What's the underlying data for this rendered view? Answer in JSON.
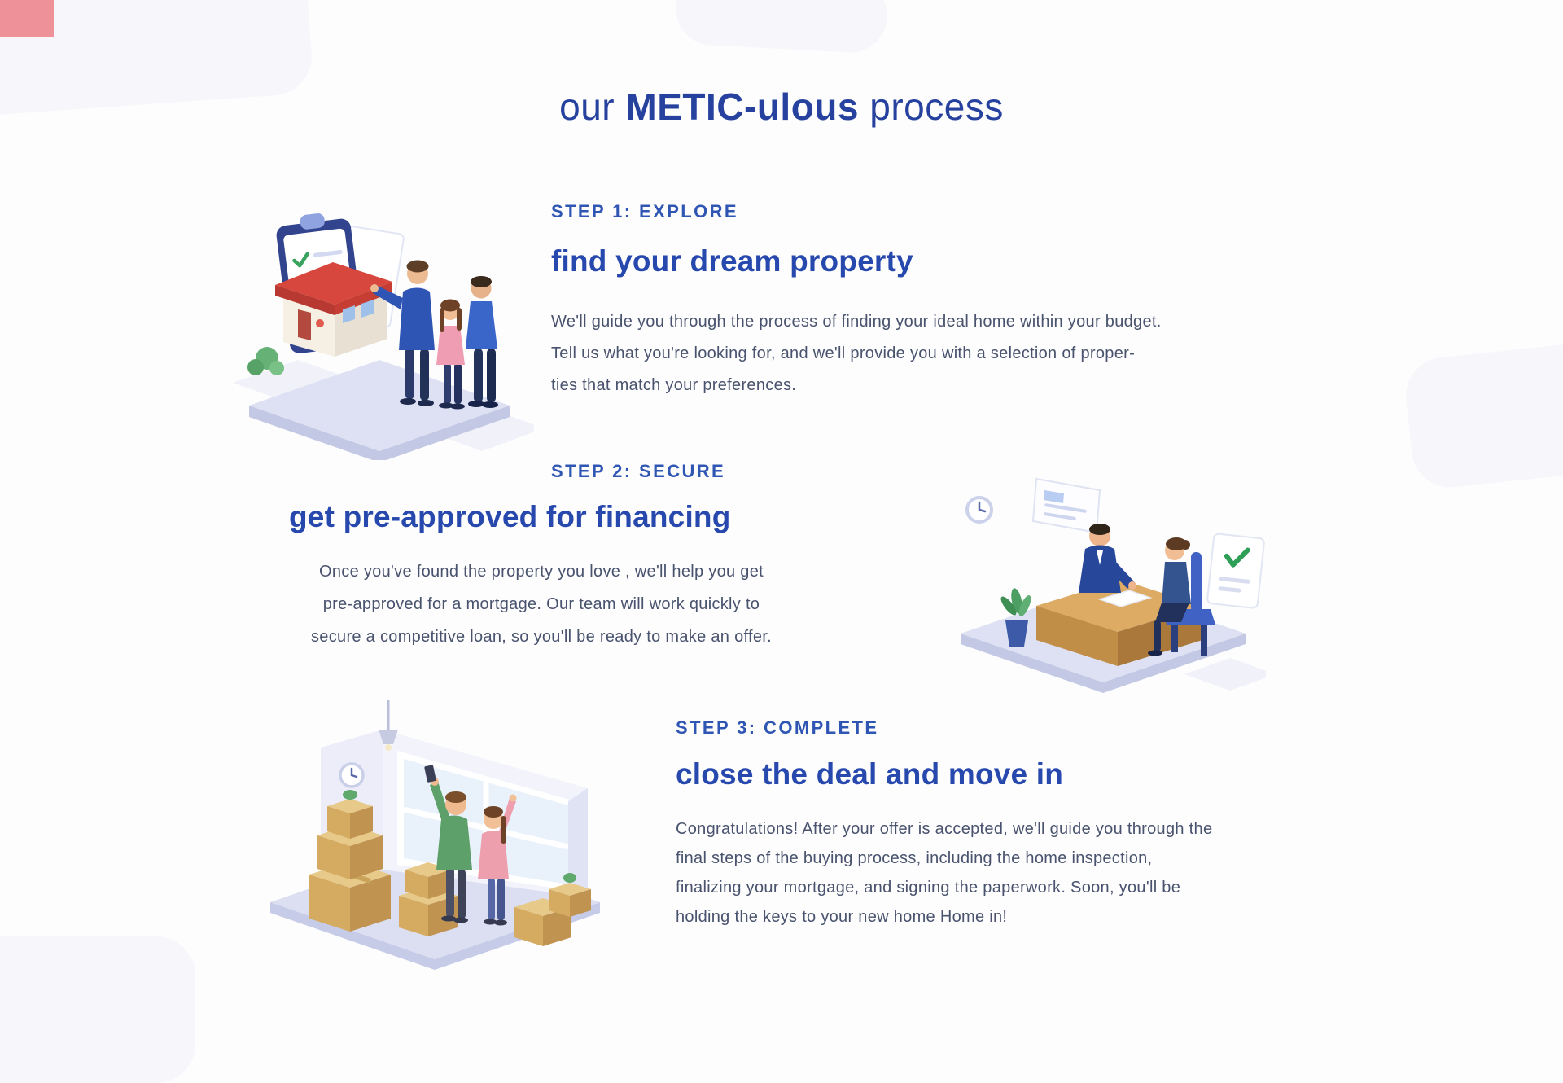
{
  "title": {
    "part1": "our ",
    "part2": "METIC",
    "part3": "-ulous",
    "part4": " process",
    "color": "#26429e"
  },
  "steps": [
    {
      "label": "STEP 1: EXPLORE",
      "heading": "find your dream property",
      "body_lines": [
        "We'll guide you through the process of finding your ideal home within your budget.",
        "Tell us what you're looking for, and we'll provide you with a selection of proper-",
        "ties that match your preferences."
      ],
      "illustration": "family-choosing-house-illustration"
    },
    {
      "label": "STEP 2: SECURE",
      "heading": "get pre-approved for financing",
      "body_lines": [
        "Once you've found the property you love , we'll help you get",
        "pre-approved for a mortgage. Our team will work quickly to",
        "secure a competitive loan, so you'll be ready to make an offer."
      ],
      "illustration": "mortgage-meeting-illustration"
    },
    {
      "label": "STEP 3: COMPLETE",
      "heading": "close the deal and move in",
      "body_lines": [
        "Congratulations! After your offer is accepted, we'll guide you through the",
        "final steps of the buying process, including the home inspection,",
        "finalizing your mortgage, and signing the paperwork. Soon, you'll be",
        "holding the keys to your new home Home in!"
      ],
      "illustration": "moving-in-illustration"
    }
  ],
  "colors": {
    "label_blue": "#3056b4",
    "heading_blue": "#2748ad",
    "body_text": "#49536e",
    "platform_lavender": "#dde1f3",
    "corner_mark_red": "#e81c24"
  }
}
